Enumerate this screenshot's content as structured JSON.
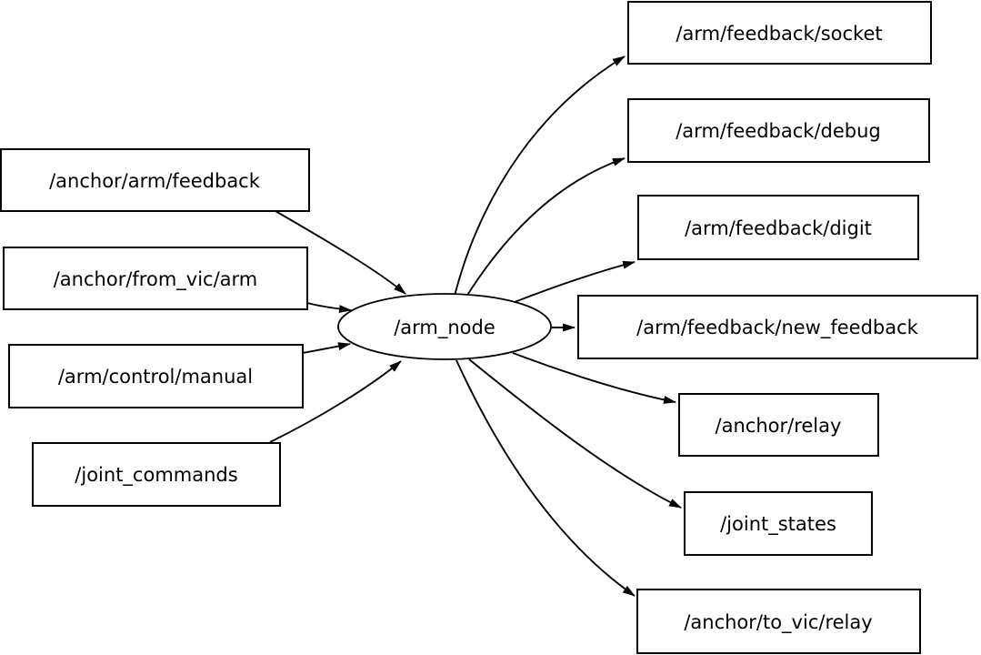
{
  "graph": {
    "kind": "ros-node-graph",
    "center_node": {
      "label": "/arm_node",
      "shape": "ellipse"
    },
    "input_topics": [
      {
        "label": "/anchor/arm/feedback"
      },
      {
        "label": "/anchor/from_vic/arm"
      },
      {
        "label": "/arm/control/manual"
      },
      {
        "label": "/joint_commands"
      }
    ],
    "output_topics": [
      {
        "label": "/arm/feedback/socket"
      },
      {
        "label": "/arm/feedback/debug"
      },
      {
        "label": "/arm/feedback/digit"
      },
      {
        "label": "/arm/feedback/new_feedback"
      },
      {
        "label": "/anchor/relay"
      },
      {
        "label": "/joint_states"
      },
      {
        "label": "/anchor/to_vic/relay"
      }
    ],
    "edges": [
      {
        "from": "/anchor/arm/feedback",
        "to": "/arm_node"
      },
      {
        "from": "/anchor/from_vic/arm",
        "to": "/arm_node"
      },
      {
        "from": "/arm/control/manual",
        "to": "/arm_node"
      },
      {
        "from": "/joint_commands",
        "to": "/arm_node"
      },
      {
        "from": "/arm_node",
        "to": "/arm/feedback/socket"
      },
      {
        "from": "/arm_node",
        "to": "/arm/feedback/debug"
      },
      {
        "from": "/arm_node",
        "to": "/arm/feedback/digit"
      },
      {
        "from": "/arm_node",
        "to": "/arm/feedback/new_feedback"
      },
      {
        "from": "/arm_node",
        "to": "/anchor/relay"
      },
      {
        "from": "/arm_node",
        "to": "/joint_states"
      },
      {
        "from": "/arm_node",
        "to": "/anchor/to_vic/relay"
      }
    ],
    "colors": {
      "background": "#ffffff",
      "node_fill": "#ffffff",
      "stroke": "#000000",
      "text": "#000000"
    }
  }
}
